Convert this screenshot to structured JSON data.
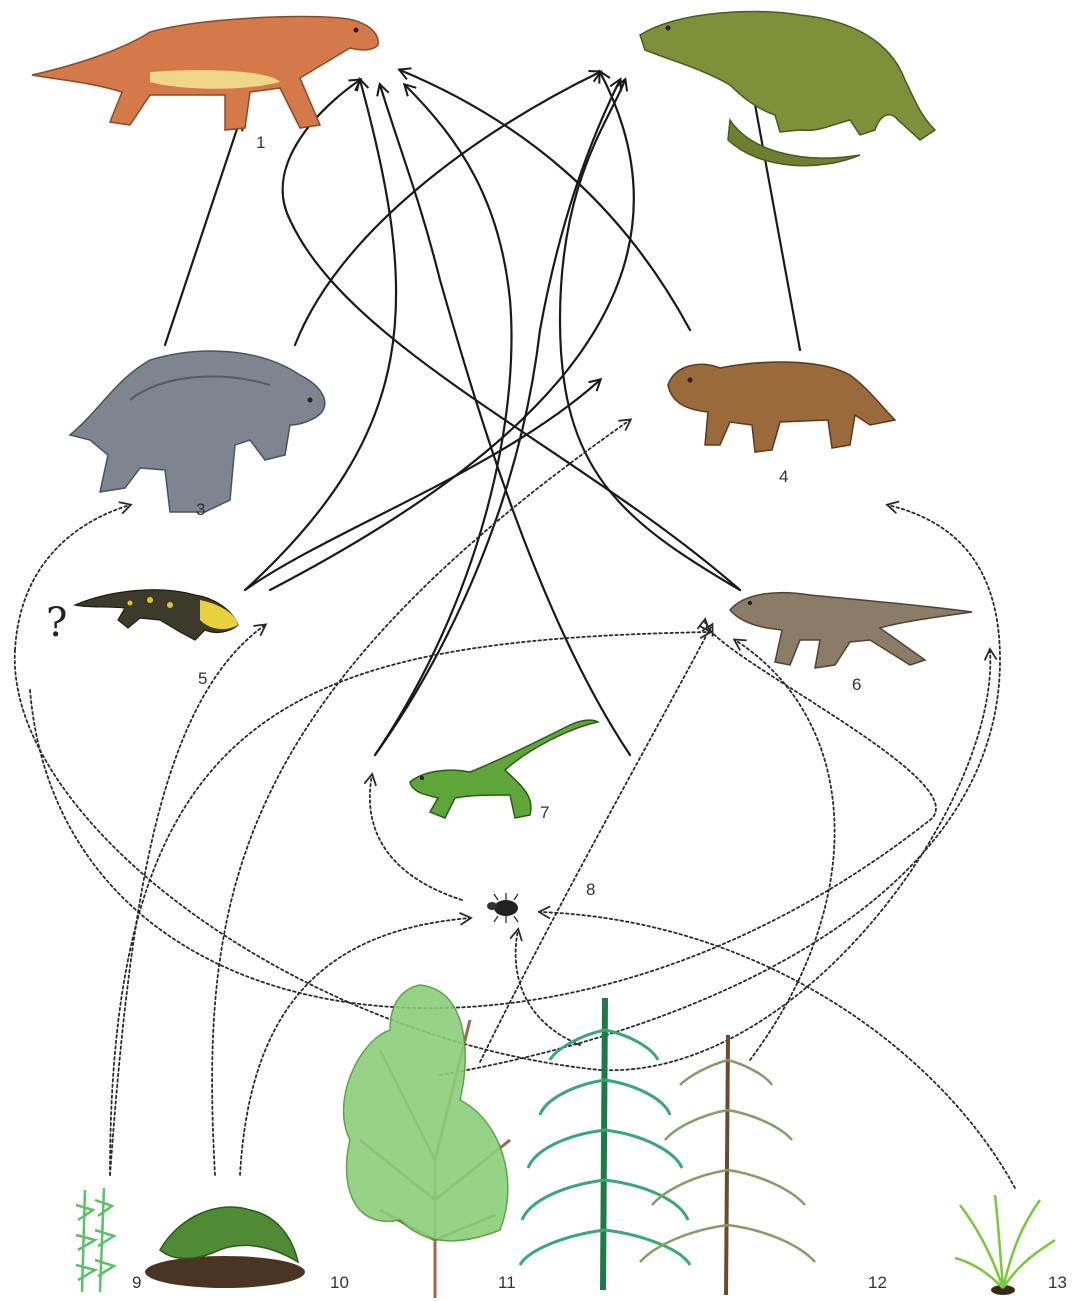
{
  "organisms": [
    {
      "id": "1",
      "label": "1",
      "icon": "large-predator-archosaur"
    },
    {
      "id": "2",
      "label": "",
      "icon": "large-predator-archosaur-green"
    },
    {
      "id": "3",
      "label": "3",
      "icon": "armored-reptile-pareiasaur"
    },
    {
      "id": "4",
      "label": "4",
      "icon": "dicynodont-herbivore"
    },
    {
      "id": "5",
      "label": "5",
      "icon": "small-amphibian"
    },
    {
      "id": "6",
      "label": "6",
      "icon": "small-synapsid"
    },
    {
      "id": "7",
      "label": "7",
      "icon": "lizard"
    },
    {
      "id": "8",
      "label": "8",
      "icon": "beetle-insect"
    },
    {
      "id": "9",
      "label": "9",
      "icon": "horsetail-plant"
    },
    {
      "id": "10",
      "label": "10",
      "icon": "fern-plant"
    },
    {
      "id": "11",
      "label": "11",
      "icon": "seed-fern-shrub"
    },
    {
      "id": "12",
      "label": "12",
      "icon": "conifer-trees"
    },
    {
      "id": "13",
      "label": "13",
      "icon": "grass-like-plant"
    }
  ],
  "unknown_marker": "?",
  "colors": {
    "solid_link": "#1a1a1a",
    "dotted_link": "#2a2a2a",
    "label": "#333333"
  }
}
